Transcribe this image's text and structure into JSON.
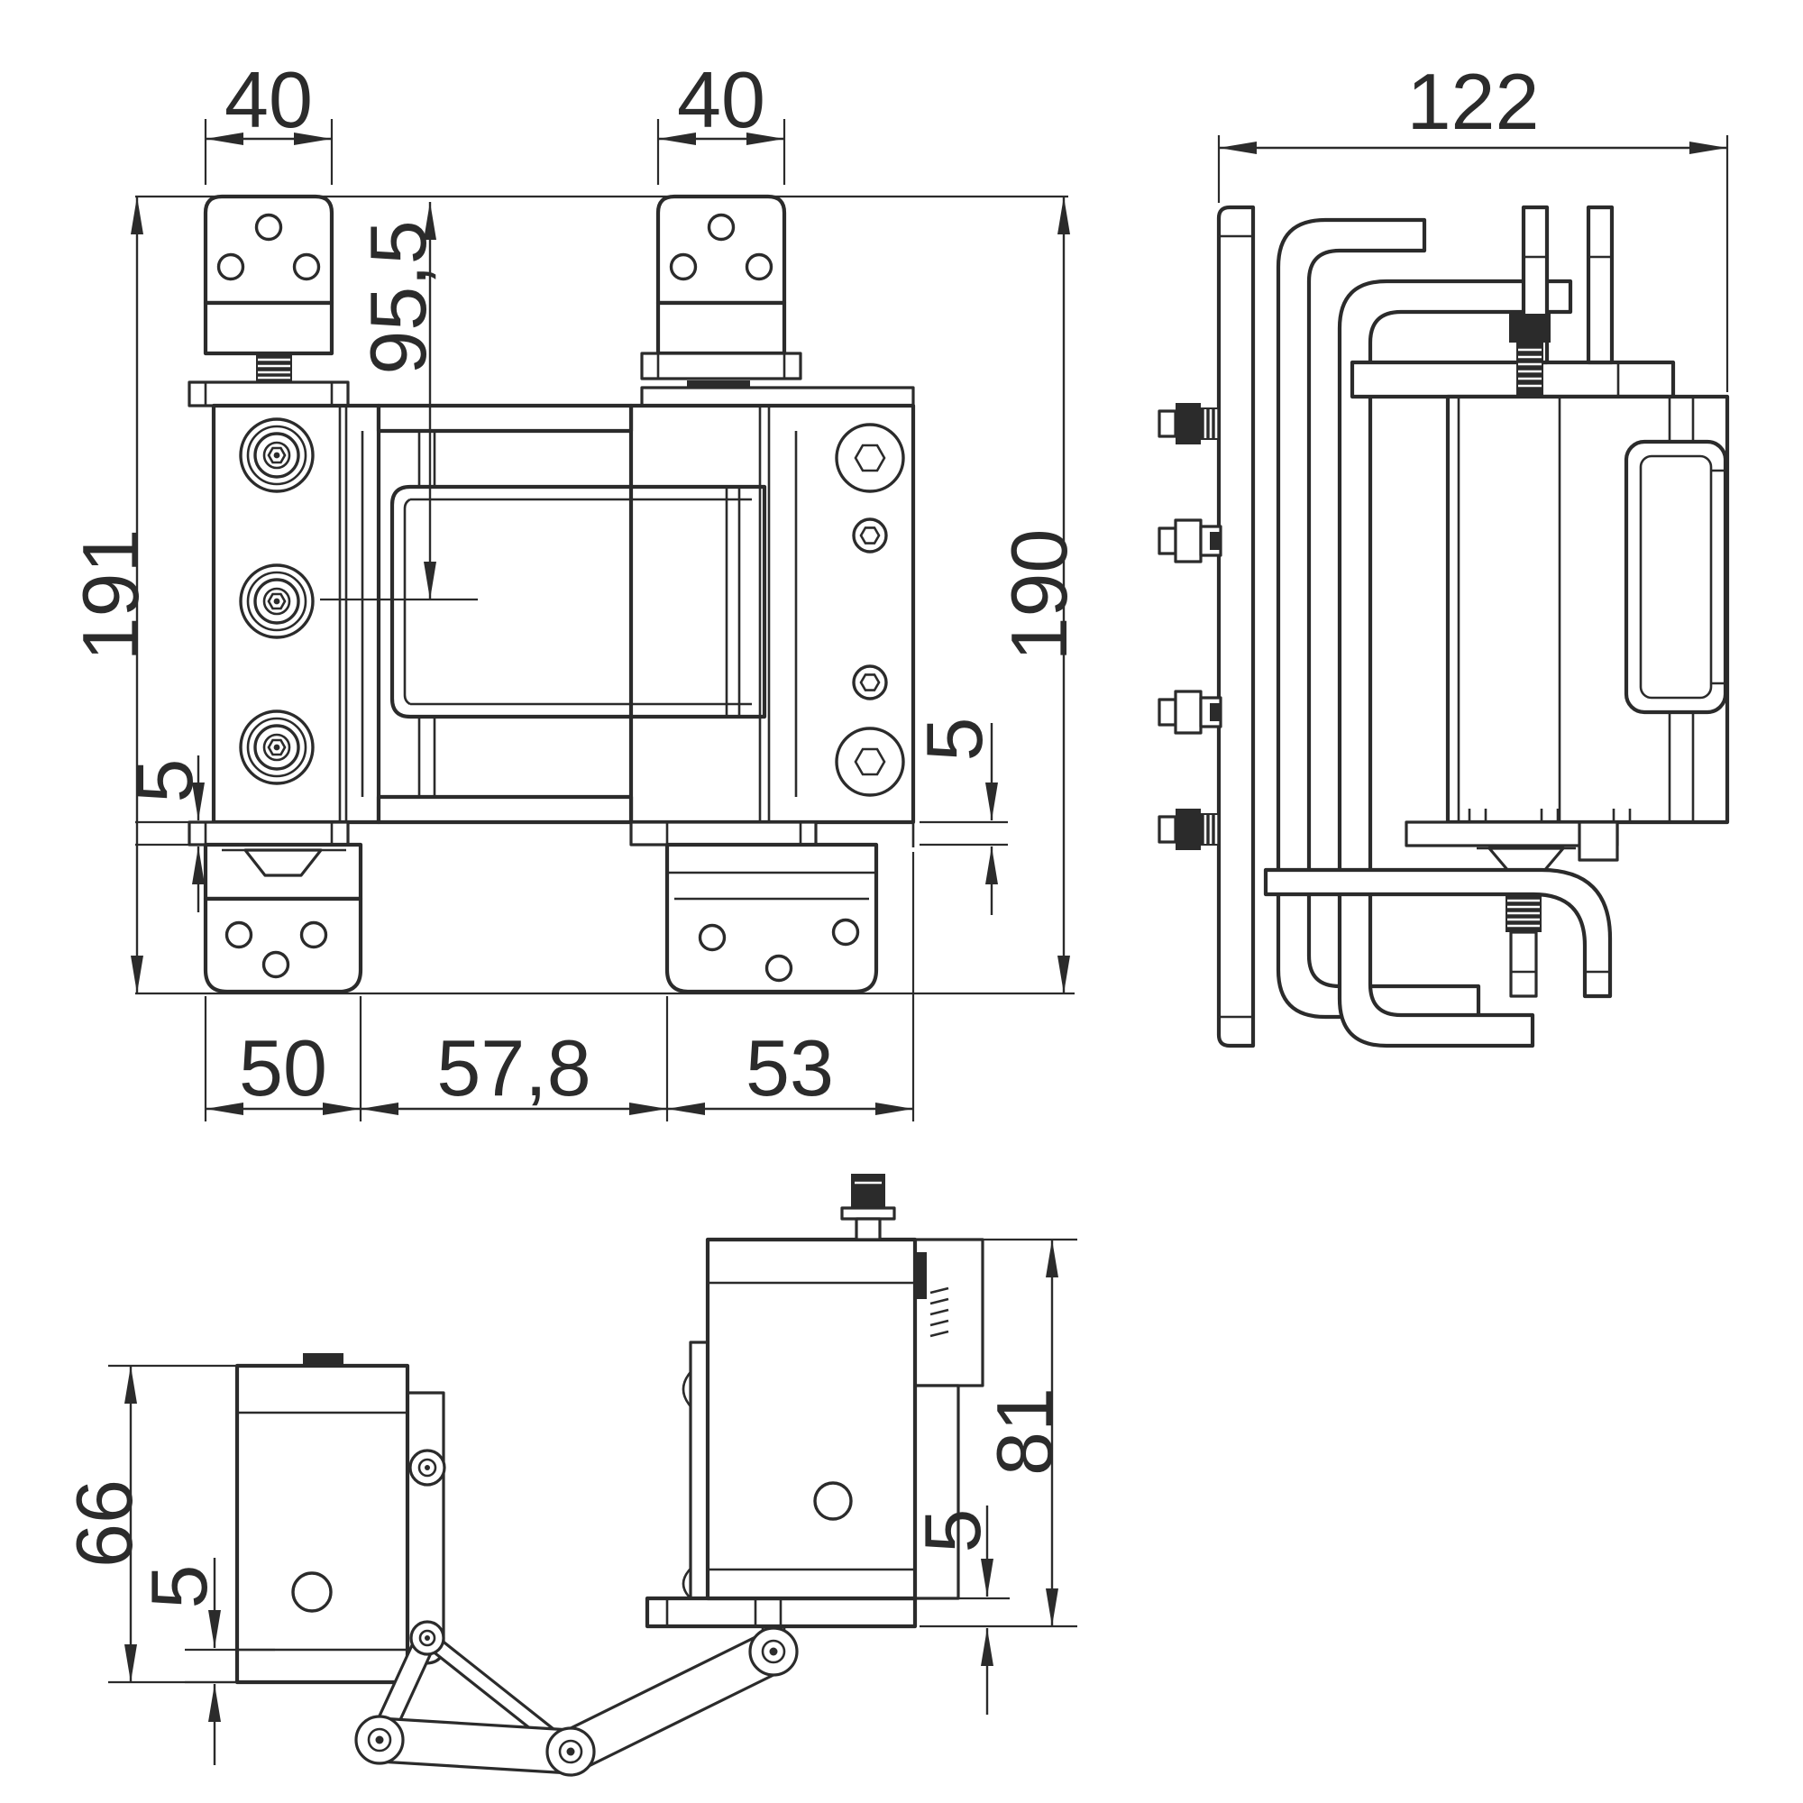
{
  "drawing": {
    "type": "technical-drawing-hinge-3-views",
    "style": {
      "background": "#ffffff",
      "line_color": "#2b2b2b"
    },
    "views": {
      "front": {
        "name": "front-view",
        "dims": {
          "bracket_left_width": "40",
          "bracket_right_width": "40",
          "pivot_offset": "95,5",
          "height_left": "191",
          "height_right": "190",
          "plate_gap_left": "5",
          "plate_gap_right": "5",
          "width_left": "50",
          "width_center": "57,8",
          "width_right": "53"
        }
      },
      "side": {
        "name": "side-view",
        "dims": {
          "overall_depth": "122"
        }
      },
      "bottom": {
        "name": "bottom-view",
        "dims": {
          "left_body_height": "66",
          "left_plate_thickness": "5",
          "right_plate_thickness": "5",
          "right_body_height": "81"
        }
      }
    }
  }
}
